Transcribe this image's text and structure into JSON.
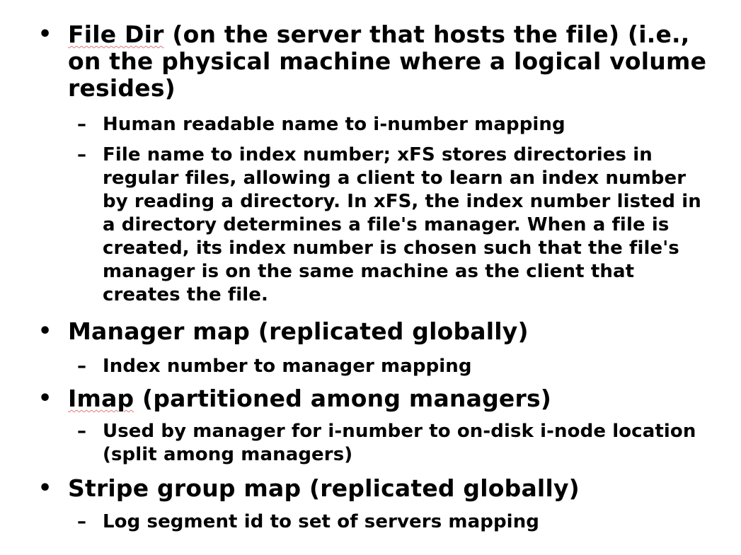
{
  "slide": {
    "items": [
      {
        "bullet": "•",
        "prefix": "",
        "underlined": "File Dir",
        "text": " (on the server that hosts the file) (i.e., on the physical machine where a logical volume resides)",
        "subs": [
          {
            "dash": "–",
            "text": "Human readable name to i-number mapping"
          },
          {
            "dash": "–",
            "text": "File name to index number; xFS stores directories in regular files, allowing a client to learn an index number by reading a directory.  In xFS, the index number listed in a directory determines a file's manager. When a file is created, its index number is chosen such that the file's manager is on the same machine as the client that creates the file."
          }
        ]
      },
      {
        "bullet": "•",
        "prefix": "",
        "underlined": "",
        "text": "Manager map (replicated globally)",
        "subs": [
          {
            "dash": "–",
            "text": "Index number to manager mapping"
          }
        ]
      },
      {
        "bullet": "•",
        "prefix": "",
        "underlined": "Imap",
        "text": " (partitioned among managers)",
        "subs": [
          {
            "dash": "–",
            "text": "Used by manager for i-number to on-disk i-node location (split among managers)"
          }
        ]
      },
      {
        "bullet": "•",
        "prefix": "",
        "underlined": "",
        "text": "Stripe group map (replicated globally)",
        "subs": [
          {
            "dash": "–",
            "text": "Log segment id to set of servers mapping"
          }
        ]
      }
    ]
  }
}
